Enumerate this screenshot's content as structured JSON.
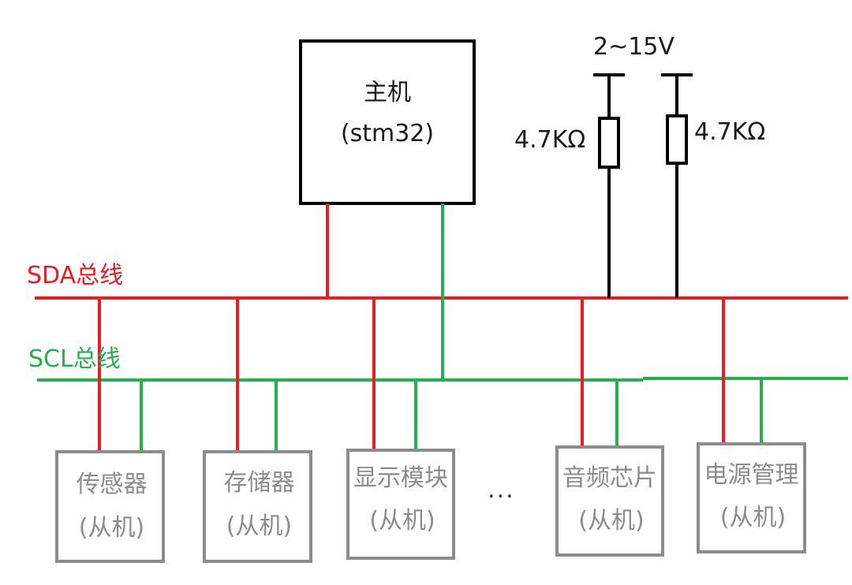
{
  "colors": {
    "sda": "#ed1c24",
    "scl": "#22b14c",
    "box": "#8c8c8c",
    "line": "#000000"
  },
  "host": {
    "line1": "主机",
    "line2": "(stm32)"
  },
  "supply": {
    "voltage": "2~15V",
    "resistor_left": "4.7KΩ",
    "resistor_right": "4.7KΩ"
  },
  "buses": {
    "sda_label": "SDA总线",
    "scl_label": "SCL总线"
  },
  "slaves": [
    {
      "name": "传感器",
      "role": "(从机)"
    },
    {
      "name": "存储器",
      "role": "(从机)"
    },
    {
      "name": "显示模块",
      "role": "(从机)"
    },
    {
      "name": "音频芯片",
      "role": "(从机)"
    },
    {
      "name": "电源管理",
      "role": "(从机)"
    }
  ],
  "ellipsis": "..."
}
